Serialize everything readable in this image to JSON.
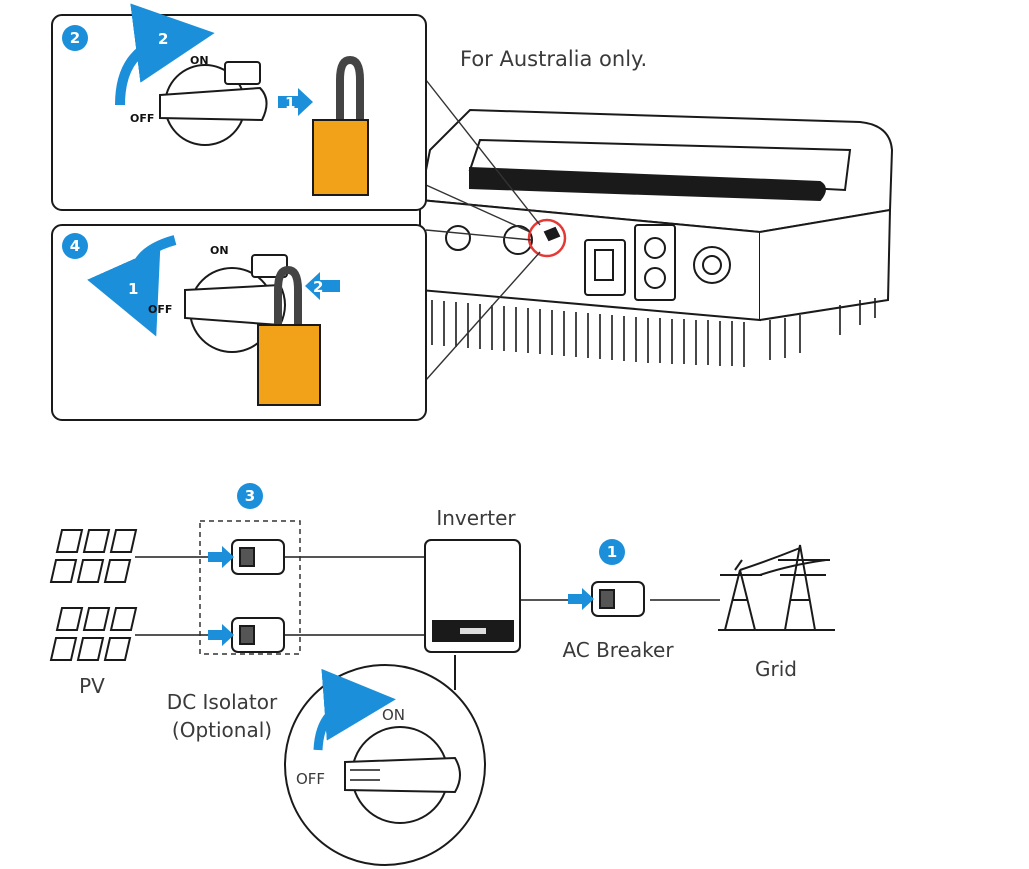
{
  "note": "For Australia only.",
  "steps": {
    "s1": "1",
    "s2": "2",
    "s3": "3",
    "s4": "4"
  },
  "inset_top": {
    "on": "ON",
    "off": "OFF",
    "arrow_rotate": "2",
    "arrow_lock": "1"
  },
  "inset_bottom": {
    "on": "ON",
    "off": "OFF",
    "arrow_rotate": "1",
    "arrow_lock": "2"
  },
  "labels": {
    "pv": "PV",
    "dc_isolator_1": "DC Isolator",
    "dc_isolator_2": "(Optional)",
    "inverter": "Inverter",
    "ac_breaker": "AC Breaker",
    "grid": "Grid"
  },
  "knob": {
    "on": "ON",
    "off": "OFF"
  },
  "colors": {
    "badge": "#1b8fd9",
    "arrow": "#1b8fd9",
    "lock": "#f2a219",
    "highlight": "#e53935"
  }
}
